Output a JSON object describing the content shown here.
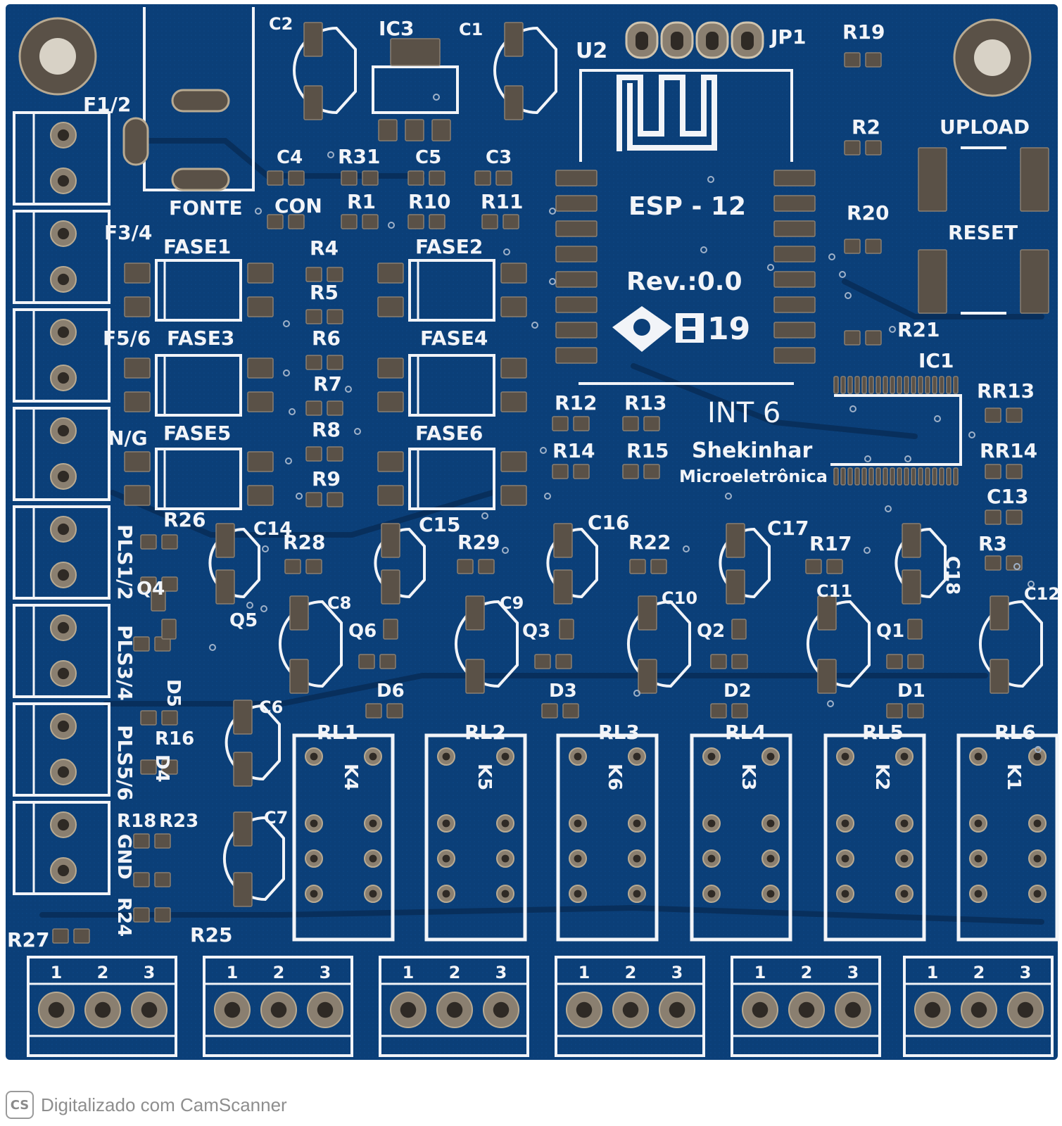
{
  "colors": {
    "board": "#0b3f78",
    "board_dark": "#082f5c",
    "silk": "#f2f4f8",
    "pad": "#5a5147",
    "pad_light": "#8a7f70",
    "hole": "#2f2a25"
  },
  "board": {
    "module_name": "ESP - 12",
    "revision": "Rev.:0.0",
    "logo_number": "19",
    "title": "INT 6",
    "brand": "Shekinhar",
    "brand_sub": "Microeletrônica"
  },
  "labels": {
    "C2": "C2",
    "IC3": "IC3",
    "C1": "C1",
    "U2": "U2",
    "JP1": "JP1",
    "R19": "R19",
    "F1_2": "F1/2",
    "FONTE": "FONTE",
    "C4": "C4",
    "R31": "R31",
    "C5": "C5",
    "C3": "C3",
    "CON": "CON",
    "R1": "R1",
    "R10": "R10",
    "R11": "R11",
    "R2": "R2",
    "UPLOAD": "UPLOAD",
    "R20": "R20",
    "RESET": "RESET",
    "F3_4": "F3/4",
    "FASE1": "FASE1",
    "R4": "R4",
    "FASE2": "FASE2",
    "R5": "R5",
    "F5_6": "F5/6",
    "FASE3": "FASE3",
    "R6": "R6",
    "FASE4": "FASE4",
    "R21": "R21",
    "IC1": "IC1",
    "R7": "R7",
    "R12": "R12",
    "R13": "R13",
    "RR13": "RR13",
    "N_G": "N/G",
    "FASE5": "FASE5",
    "R8": "R8",
    "FASE6": "FASE6",
    "R14": "R14",
    "R15": "R15",
    "RR14": "RR14",
    "R9": "R9",
    "C13": "C13",
    "R26": "R26",
    "C14": "C14",
    "C15": "C15",
    "C16": "C16",
    "C17": "C17",
    "R28": "R28",
    "R29": "R29",
    "R22": "R22",
    "R17": "R17",
    "R3": "R3",
    "C18": "C18",
    "PLS1_2": "PLS1/2",
    "C8": "C8",
    "C9": "C9",
    "C10": "C10",
    "C11": "C11",
    "C12": "C12",
    "Q4": "Q4",
    "Q5": "Q5",
    "Q6": "Q6",
    "Q3": "Q3",
    "Q2": "Q2",
    "Q1": "Q1",
    "PLS3_4": "PLS3/4",
    "D5": "D5",
    "D6": "D6",
    "D3": "D3",
    "D2": "D2",
    "D1": "D1",
    "C6": "C6",
    "RL1": "RL1",
    "RL2": "RL2",
    "RL3": "RL3",
    "RL4": "RL4",
    "RL5": "RL5",
    "RL6": "RL6",
    "R16": "R16",
    "D4": "D4",
    "PLS5_6": "PLS5/6",
    "K4": "K4",
    "K5": "K5",
    "K6": "K6",
    "K3": "K3",
    "K2": "K2",
    "K1": "K1",
    "R18": "R18",
    "R23": "R23",
    "C7": "C7",
    "GND": "GND",
    "R24": "R24",
    "R25": "R25",
    "R27": "R27"
  },
  "terminal_numbers": [
    "1",
    "2",
    "3"
  ],
  "footer": {
    "logo": "CS",
    "text": "Digitalizado com CamScanner"
  }
}
